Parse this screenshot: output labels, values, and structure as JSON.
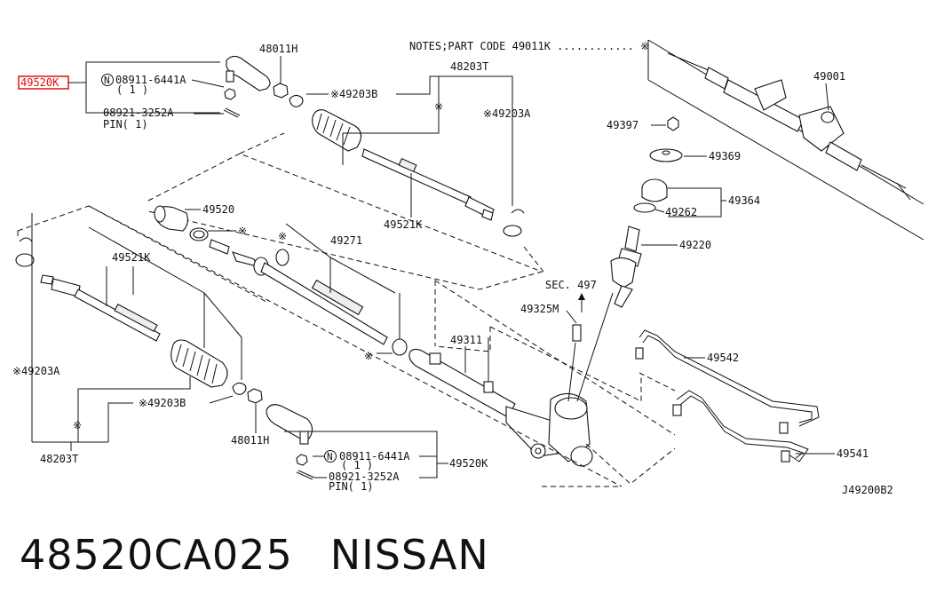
{
  "notes": "NOTES;PART CODE 49011K ............ ※",
  "diagram_code": "J49200B2",
  "highlighted_part": "49520K",
  "labels": {
    "p48011H_top": "48011H",
    "p48203T_top": "48203T",
    "p49203B_top": "※49203B",
    "p49203A_top": "※49203A",
    "p49521K_top": "49521K",
    "p08911_top": "08911-6441A",
    "p08911_top_qty": "( 1 )",
    "p08921_top": "08921-3252A",
    "pin_top": "PIN( 1)",
    "p49001": "49001",
    "p49397": "49397",
    "p49369": "49369",
    "p49364": "49364",
    "p49262": "49262",
    "p49220": "49220",
    "p49520": "49520",
    "p49271": "49271",
    "sec497": "SEC. 497",
    "p49325M": "49325M",
    "p49311": "49311",
    "p49542": "49542",
    "p49541": "49541",
    "p49521K_bot": "49521K",
    "p49203A_bot": "※49203A",
    "p49203B_bot": "※49203B",
    "p48011H_bot": "48011H",
    "p48203T_bot": "48203T",
    "p08911_bot": "08911-6441A",
    "p08911_bot_qty": "( 1 )",
    "p08921_bot": "08921-3252A",
    "pin_bot": "PIN( 1)",
    "p49520K_bot": "49520K",
    "star_a": "※",
    "star_b": "※",
    "star_c": "※",
    "star_d": "※",
    "star_e": "※",
    "star_f": "※",
    "circle_n_top": "N",
    "circle_n_bot": "N"
  },
  "caption": {
    "part_number": "48520CA025",
    "brand": "NISSAN"
  }
}
